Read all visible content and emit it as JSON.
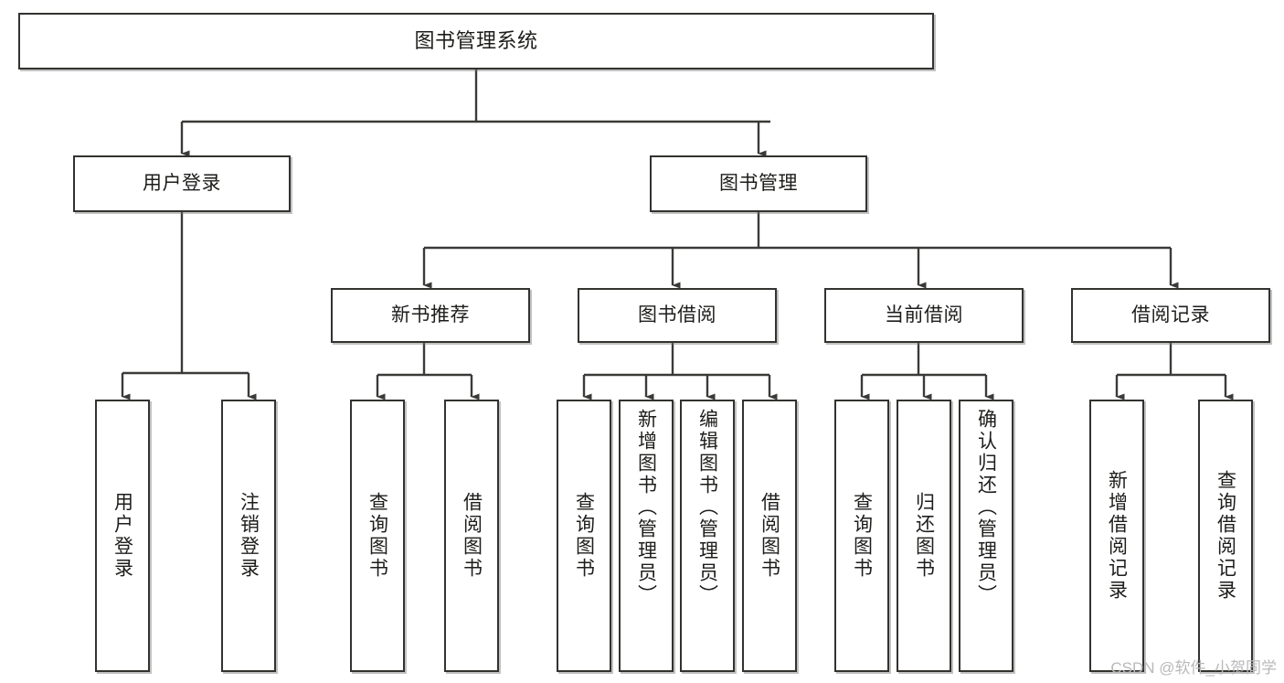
{
  "diagram": {
    "title": "图书管理系统",
    "type": "tree",
    "orientation": "top-down",
    "watermark": "CSDN @软件_小贺同学",
    "colors": {
      "box_border": "#33322f",
      "box_fill": "#ffffff",
      "connector": "#3a3a38",
      "text": "#1d1d1b",
      "watermark": "#b9b9b9",
      "background": "#ffffff"
    },
    "nodes": {
      "root": {
        "label": "图书管理系统"
      },
      "level2": [
        {
          "label": "用户登录"
        },
        {
          "label": "图书管理"
        }
      ],
      "level3": [
        {
          "label": "新书推荐"
        },
        {
          "label": "图书借阅"
        },
        {
          "label": "当前借阅"
        },
        {
          "label": "借阅记录"
        }
      ],
      "leaves_user_login": [
        {
          "label": "用户登录"
        },
        {
          "label": "注销登录"
        }
      ],
      "leaves_new_books": [
        {
          "label": "查询图书"
        },
        {
          "label": "借阅图书"
        }
      ],
      "leaves_borrow": [
        {
          "label": "查询图书"
        },
        {
          "label": "新增图书（管理员）"
        },
        {
          "label": "编辑图书（管理员）"
        },
        {
          "label": "借阅图书"
        }
      ],
      "leaves_current": [
        {
          "label": "查询图书"
        },
        {
          "label": "归还图书"
        },
        {
          "label": "确认归还（管理员）"
        }
      ],
      "leaves_records": [
        {
          "label": "新增借阅记录"
        },
        {
          "label": "查询借阅记录"
        }
      ]
    }
  }
}
